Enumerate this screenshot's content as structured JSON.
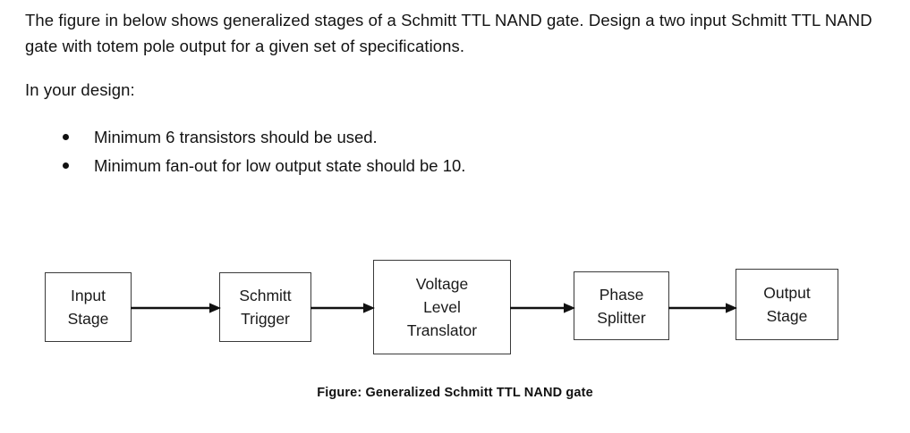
{
  "document": {
    "background_color": "#ffffff",
    "text_color": "#131313",
    "paragraphs": {
      "intro": "The figure in below shows generalized stages of a Schmitt TTL NAND gate. Design a two input Schmitt TTL NAND gate with totem pole output for a given set of specifications.",
      "design_heading": "In your design:"
    },
    "bullets": [
      "Minimum 6 transistors should be used.",
      "Minimum fan-out for low output state should be 10."
    ]
  },
  "diagram": {
    "caption": "Figure:  Generalized Schmitt TTL NAND gate",
    "box_border_color": "#3a3a3a",
    "arrow_color": "#111111",
    "blocks": [
      {
        "id": "input",
        "lines": [
          "Input",
          "Stage"
        ]
      },
      {
        "id": "schmitt",
        "lines": [
          "Schmitt",
          "Trigger"
        ]
      },
      {
        "id": "vlt",
        "lines": [
          "Voltage",
          "Level",
          "Translator"
        ]
      },
      {
        "id": "phase",
        "lines": [
          "Phase",
          "Splitter"
        ]
      },
      {
        "id": "output",
        "lines": [
          "Output",
          "Stage"
        ]
      }
    ],
    "connectors": [
      {
        "id": "input-to-schmitt",
        "icon": "arrow-right-icon"
      },
      {
        "id": "schmitt-to-vlt",
        "icon": "arrow-right-icon"
      },
      {
        "id": "vlt-to-phase",
        "icon": "arrow-right-icon"
      },
      {
        "id": "phase-to-output",
        "icon": "arrow-right-icon"
      }
    ]
  }
}
